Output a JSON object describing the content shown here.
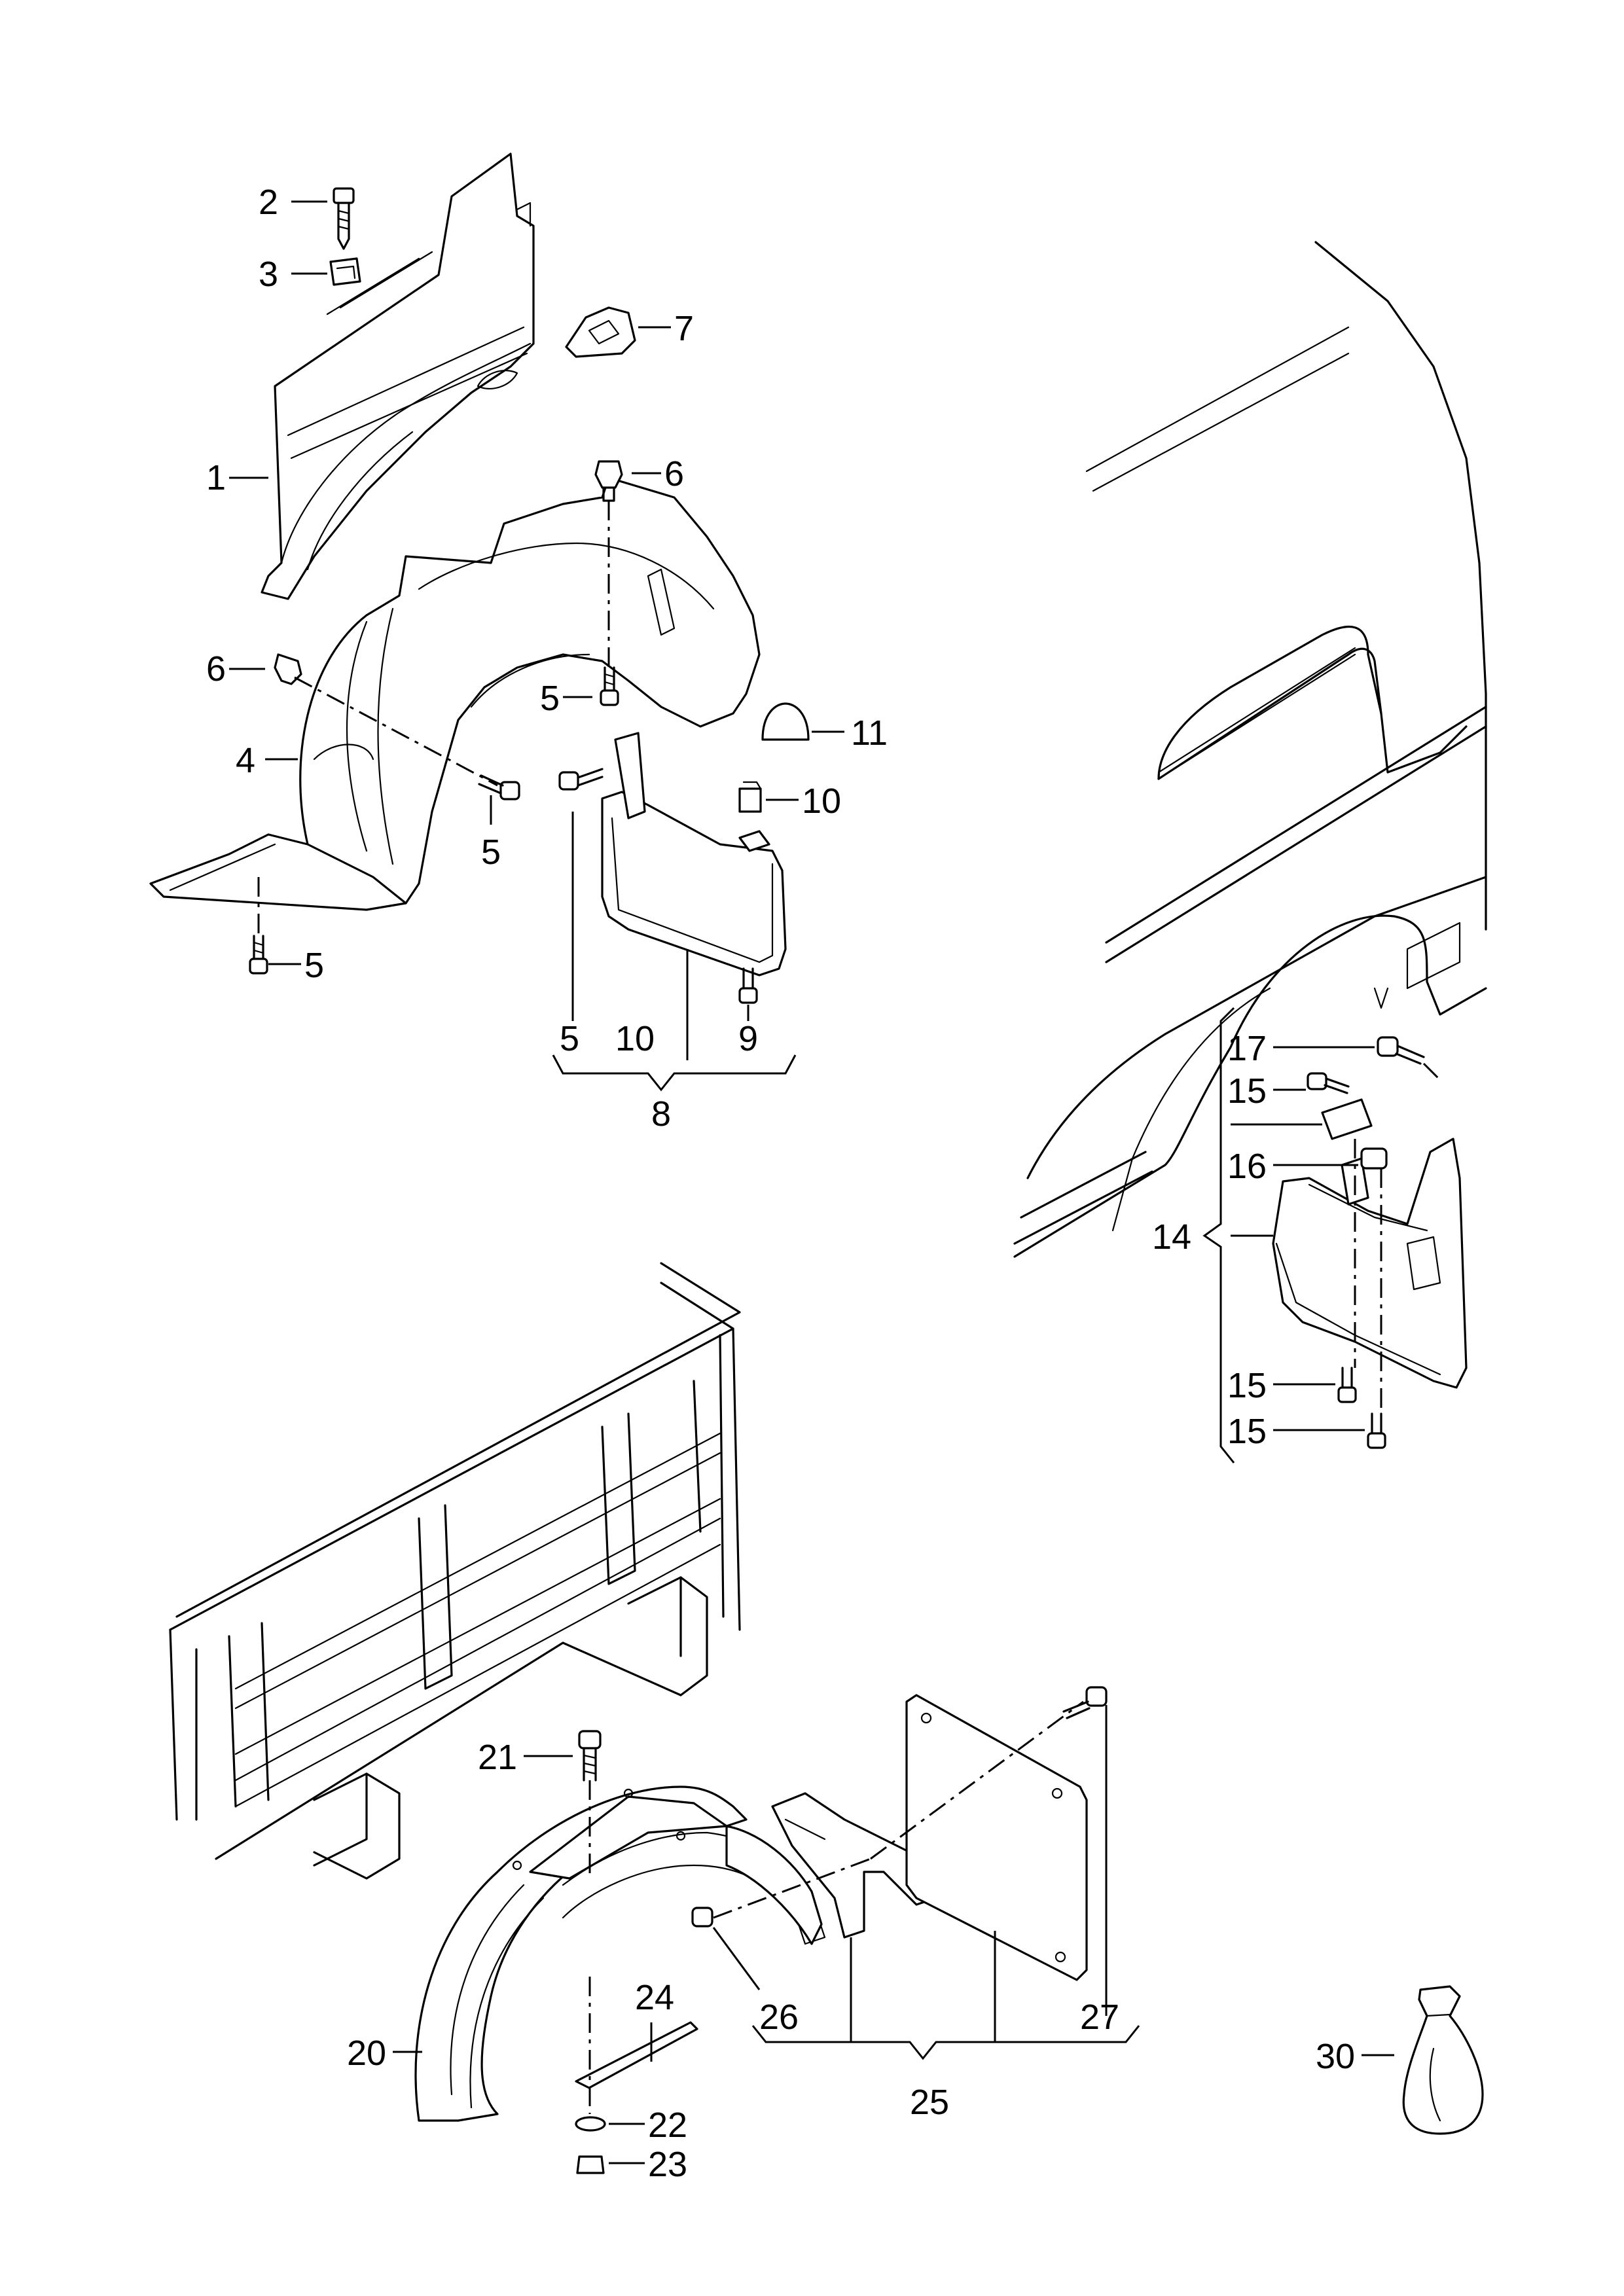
{
  "diagram": {
    "callouts": {
      "c1": "1",
      "c2": "2",
      "c3": "3",
      "c4": "4",
      "c5a": "5",
      "c5b": "5",
      "c5c": "5",
      "c5d": "5",
      "c6a": "6",
      "c6b": "6",
      "c7": "7",
      "c8": "8",
      "c9": "9",
      "c10a": "10",
      "c10b": "10",
      "c11": "11",
      "c14": "14",
      "c15a": "15",
      "c15b": "15",
      "c15c": "15",
      "c16": "16",
      "c17": "17",
      "c20": "20",
      "c21": "21",
      "c22": "22",
      "c23": "23",
      "c24": "24",
      "c25": "25",
      "c26": "26",
      "c27": "27",
      "c30": "30"
    }
  }
}
